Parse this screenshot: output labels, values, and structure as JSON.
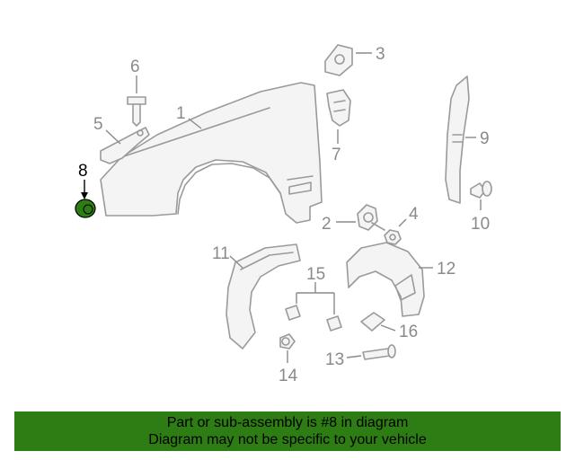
{
  "callouts": {
    "c1": "1",
    "c2": "2",
    "c3": "3",
    "c4": "4",
    "c5": "5",
    "c6": "6",
    "c7": "7",
    "c8": "8",
    "c9": "9",
    "c10": "10",
    "c11": "11",
    "c12": "12",
    "c13": "13",
    "c14": "14",
    "c15": "15",
    "c16": "16"
  },
  "highlight_color": "#2e7d14",
  "banner": {
    "line1": "Part or sub-assembly is #8 in diagram",
    "line2": "Diagram may not be specific to your vehicle"
  }
}
